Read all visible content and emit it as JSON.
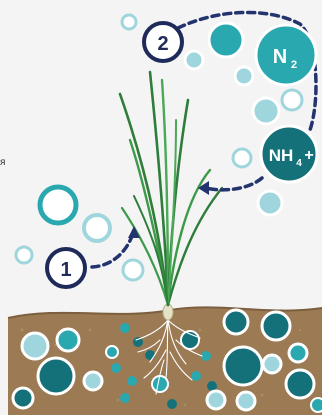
{
  "diagram": {
    "steps": [
      {
        "number": "1"
      },
      {
        "number": "2"
      }
    ],
    "molecules": {
      "n2": {
        "base": "N",
        "sub": "2"
      },
      "nh4": {
        "base": "NH",
        "sub": "4",
        "sup": "+"
      }
    },
    "side_text": "я",
    "colors": {
      "background": "#f4f4f4",
      "dark_teal": "#14717a",
      "mid_teal": "#2aa8b0",
      "light_teal": "#9fd6dd",
      "step_navy": "#1e2a5a",
      "arrow_navy": "#23336e",
      "leaf_green": "#2f7d3a",
      "soil_brown": "#9b7a54"
    },
    "icons": [
      "plant-icon",
      "roots-icon",
      "dashed-arrow-icon"
    ]
  }
}
